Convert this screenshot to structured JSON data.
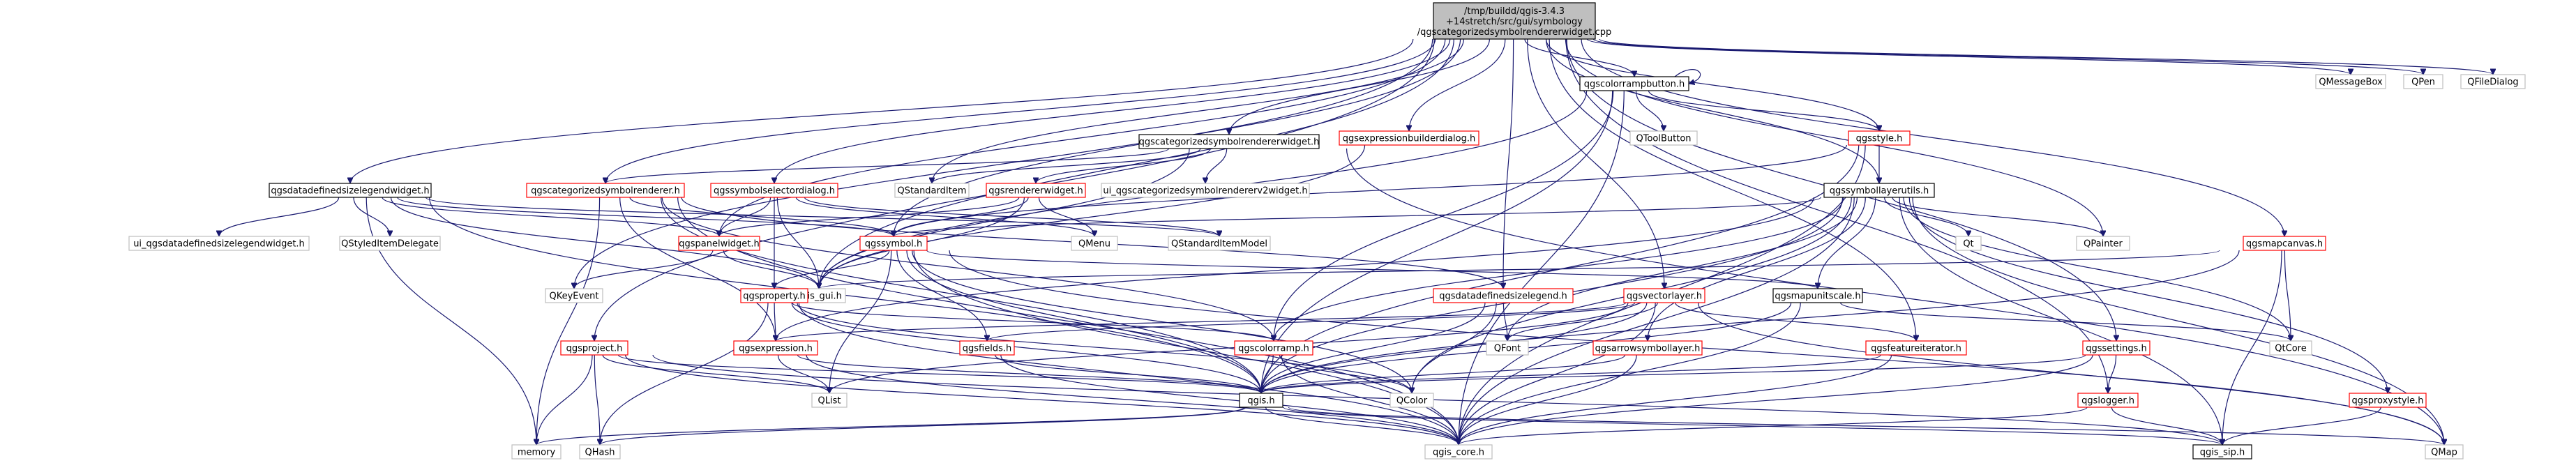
{
  "graph": {
    "root": {
      "id": "root",
      "lines": [
        "/tmp/buildd/qgis-3.4.3",
        "+14stretch/src/gui/symbology",
        "/qgscategorizedsymbolrendererwidget.cpp"
      ]
    },
    "nodes": [
      {
        "id": "qgscategorizedsymbolrendererwidget",
        "label": "qgscategorizedsymbolrendererwidget.h",
        "style": "black"
      },
      {
        "id": "qgscolorrampbutton",
        "label": "qgscolorrampbutton.h",
        "style": "black"
      },
      {
        "id": "qgsexpressionbuilderdialog",
        "label": "qgsexpressionbuilderdialog.h",
        "style": "red"
      },
      {
        "id": "QMessageBox",
        "label": "QMessageBox",
        "style": "gray"
      },
      {
        "id": "QPen",
        "label": "QPen",
        "style": "gray"
      },
      {
        "id": "QFileDialog",
        "label": "QFileDialog",
        "style": "gray"
      },
      {
        "id": "QToolButton",
        "label": "QToolButton",
        "style": "gray"
      },
      {
        "id": "qgsstyle",
        "label": "qgsstyle.h",
        "style": "red"
      },
      {
        "id": "qgsdatadefinedsizelegendwidget",
        "label": "qgsdatadefinedsizelegendwidget.h",
        "style": "black"
      },
      {
        "id": "qgscategorizedsymbolrenderer",
        "label": "qgscategorizedsymbolrenderer.h",
        "style": "red"
      },
      {
        "id": "qgssymbolselectordialog",
        "label": "qgssymbolselectordialog.h",
        "style": "red"
      },
      {
        "id": "qgsrendererwidget",
        "label": "qgsrendererwidget.h",
        "style": "red"
      },
      {
        "id": "QStandardItem",
        "label": "QStandardItem",
        "style": "gray"
      },
      {
        "id": "ui_qgscategorizedsymbolrendererv2widget",
        "label": "ui_qgscategorizedsymbolrendererv2widget.h",
        "style": "gray"
      },
      {
        "id": "qgssymbollayerutils",
        "label": "qgssymbollayerutils.h",
        "style": "black"
      },
      {
        "id": "ui_qgsdatadefinedsizelegendwidget",
        "label": "ui_qgsdatadefinedsizelegendwidget.h",
        "style": "gray"
      },
      {
        "id": "QStyledItemDelegate",
        "label": "QStyledItemDelegate",
        "style": "gray"
      },
      {
        "id": "qgspanelwidget",
        "label": "qgspanelwidget.h",
        "style": "red"
      },
      {
        "id": "qgssymbol",
        "label": "qgssymbol.h",
        "style": "red"
      },
      {
        "id": "QMenu",
        "label": "QMenu",
        "style": "gray"
      },
      {
        "id": "QStandardItemModel",
        "label": "QStandardItemModel",
        "style": "gray"
      },
      {
        "id": "Qt",
        "label": "Qt",
        "style": "gray"
      },
      {
        "id": "QPainter",
        "label": "QPainter",
        "style": "gray"
      },
      {
        "id": "qgsmapcanvas",
        "label": "qgsmapcanvas.h",
        "style": "red"
      },
      {
        "id": "qgis_gui",
        "label": "qgis_gui.h",
        "style": "gray"
      },
      {
        "id": "QKeyEvent",
        "label": "QKeyEvent",
        "style": "gray"
      },
      {
        "id": "qgsproperty",
        "label": "qgsproperty.h",
        "style": "red"
      },
      {
        "id": "qgsdatadefinedsizelegend",
        "label": "qgsdatadefinedsizelegend.h",
        "style": "red"
      },
      {
        "id": "qgsvectorlayer",
        "label": "qgsvectorlayer.h",
        "style": "red"
      },
      {
        "id": "qgsmapunitscale",
        "label": "qgsmapunitscale.h",
        "style": "black"
      },
      {
        "id": "QFont",
        "label": "QFont",
        "style": "gray"
      },
      {
        "id": "QtCore",
        "label": "QtCore",
        "style": "gray"
      },
      {
        "id": "qgsproject",
        "label": "qgsproject.h",
        "style": "red"
      },
      {
        "id": "qgsexpression",
        "label": "qgsexpression.h",
        "style": "red"
      },
      {
        "id": "qgsfields",
        "label": "qgsfields.h",
        "style": "red"
      },
      {
        "id": "qgscolorramp",
        "label": "qgscolorramp.h",
        "style": "red"
      },
      {
        "id": "qgsarrowsymbollayer",
        "label": "qgsarrowsymbollayer.h",
        "style": "red"
      },
      {
        "id": "qgsfeatureiterator",
        "label": "qgsfeatureiterator.h",
        "style": "red"
      },
      {
        "id": "qgssettings",
        "label": "qgssettings.h",
        "style": "red"
      },
      {
        "id": "qgsproxystyle",
        "label": "qgsproxystyle.h",
        "style": "red"
      },
      {
        "id": "QList",
        "label": "QList",
        "style": "gray"
      },
      {
        "id": "qgis",
        "label": "qgis.h",
        "style": "black"
      },
      {
        "id": "QColor",
        "label": "QColor",
        "style": "gray"
      },
      {
        "id": "qgslogger",
        "label": "qgslogger.h",
        "style": "red"
      },
      {
        "id": "memory",
        "label": "memory",
        "style": "gray"
      },
      {
        "id": "QHash",
        "label": "QHash",
        "style": "gray"
      },
      {
        "id": "qgis_core",
        "label": "qgis_core.h",
        "style": "gray"
      },
      {
        "id": "qgis_sip",
        "label": "qgis_sip.h",
        "style": "black"
      },
      {
        "id": "QMap",
        "label": "QMap",
        "style": "gray"
      }
    ],
    "edges": [
      [
        "root",
        "qgscategorizedsymbolrendererwidget"
      ],
      [
        "root",
        "qgscolorrampbutton"
      ],
      [
        "root",
        "qgsexpressionbuilderdialog"
      ],
      [
        "root",
        "QMessageBox"
      ],
      [
        "root",
        "QPen"
      ],
      [
        "root",
        "QFileDialog"
      ],
      [
        "root",
        "qgsstyle"
      ],
      [
        "root",
        "qgssymbollayerutils"
      ],
      [
        "root",
        "qgsmapcanvas"
      ],
      [
        "root",
        "qgsdatadefinedsizelegendwidget"
      ],
      [
        "root",
        "qgscategorizedsymbolrenderer"
      ],
      [
        "root",
        "qgssymbolselectordialog"
      ],
      [
        "root",
        "qgspanelwidget"
      ],
      [
        "root",
        "qgssymbol"
      ],
      [
        "root",
        "qgis_gui"
      ],
      [
        "root",
        "qgsproject"
      ],
      [
        "root",
        "qgsvectorlayer"
      ],
      [
        "root",
        "qgsdatadefinedsizelegend"
      ],
      [
        "root",
        "qgsfeatureiterator"
      ],
      [
        "root",
        "qgssettings"
      ],
      [
        "root",
        "qgslogger"
      ],
      [
        "root",
        "QPainter"
      ],
      [
        "root",
        "QStandardItem"
      ],
      [
        "root",
        "QKeyEvent"
      ],
      [
        "qgscolorrampbutton",
        "qgscolorrampbutton"
      ],
      [
        "qgscolorrampbutton",
        "QToolButton"
      ],
      [
        "qgscolorrampbutton",
        "qgsstyle"
      ],
      [
        "qgscolorrampbutton",
        "qgis_gui"
      ],
      [
        "qgscolorrampbutton",
        "qgscolorramp"
      ],
      [
        "qgscolorrampbutton",
        "qgis"
      ],
      [
        "qgscolorrampbutton",
        "qgis_core"
      ],
      [
        "qgsexpressionbuilderdialog",
        "qgis_gui"
      ],
      [
        "qgsstyle",
        "qgssymbollayerutils"
      ],
      [
        "qgsstyle",
        "qgis_core"
      ],
      [
        "qgsstyle",
        "qgis"
      ],
      [
        "qgsstyle",
        "qgssymbol"
      ],
      [
        "qgscategorizedsymbolrendererwidget",
        "QStandardItem"
      ],
      [
        "qgscategorizedsymbolrendererwidget",
        "ui_qgscategorizedsymbolrendererv2widget"
      ],
      [
        "qgscategorizedsymbolrendererwidget",
        "qgscategorizedsymbolrenderer"
      ],
      [
        "qgscategorizedsymbolrendererwidget",
        "qgsrendererwidget"
      ],
      [
        "qgscategorizedsymbolrendererwidget",
        "qgis_gui"
      ],
      [
        "qgscategorizedsymbolrendererwidget",
        "QMap"
      ],
      [
        "qgsdatadefinedsizelegendwidget",
        "ui_qgsdatadefinedsizelegendwidget"
      ],
      [
        "qgsdatadefinedsizelegendwidget",
        "QStyledItemDelegate"
      ],
      [
        "qgsdatadefinedsizelegendwidget",
        "qgspanelwidget"
      ],
      [
        "qgsdatadefinedsizelegendwidget",
        "qgssymbol"
      ],
      [
        "qgsdatadefinedsizelegendwidget",
        "memory"
      ],
      [
        "qgsdatadefinedsizelegendwidget",
        "qgis_gui"
      ],
      [
        "qgsdatadefinedsizelegendwidget",
        "QStandardItemModel"
      ],
      [
        "qgsdatadefinedsizelegendwidget",
        "qgis"
      ],
      [
        "qgscategorizedsymbolrenderer",
        "qgssymbol"
      ],
      [
        "qgscategorizedsymbolrenderer",
        "qgsexpression"
      ],
      [
        "qgscategorizedsymbolrenderer",
        "memory"
      ],
      [
        "qgscategorizedsymbolrenderer",
        "qgis_core"
      ],
      [
        "qgscategorizedsymbolrenderer",
        "qgis"
      ],
      [
        "qgscategorizedsymbolrenderer",
        "qgscolorramp"
      ],
      [
        "qgscategorizedsymbolrenderer",
        "qgsdatadefinedsizelegend"
      ],
      [
        "qgssymbolselectordialog",
        "qgspanelwidget"
      ],
      [
        "qgssymbolselectordialog",
        "qgsproperty"
      ],
      [
        "qgssymbolselectordialog",
        "QMenu"
      ],
      [
        "qgssymbolselectordialog",
        "qgis_gui"
      ],
      [
        "qgssymbolselectordialog",
        "QStandardItemModel"
      ],
      [
        "qgsrendererwidget",
        "qgspanelwidget"
      ],
      [
        "qgsrendererwidget",
        "qgssymbol"
      ],
      [
        "qgsrendererwidget",
        "QMenu"
      ],
      [
        "qgsrendererwidget",
        "qgis_gui"
      ],
      [
        "qgssymbollayerutils",
        "QMap"
      ],
      [
        "qgssymbollayerutils",
        "Qt"
      ],
      [
        "qgssymbollayerutils",
        "QPainter"
      ],
      [
        "qgssymbollayerutils",
        "qgssymbol"
      ],
      [
        "qgssymbollayerutils",
        "qgis_core"
      ],
      [
        "qgssymbollayerutils",
        "qgis"
      ],
      [
        "qgssymbollayerutils",
        "qgsmapunitscale"
      ],
      [
        "qgssymbollayerutils",
        "QFont"
      ],
      [
        "qgssymbollayerutils",
        "QColor"
      ],
      [
        "qgssymbollayerutils",
        "qgscolorramp"
      ],
      [
        "qgssymbollayerutils",
        "qgsarrowsymbollayer"
      ],
      [
        "qgssymbollayerutils",
        "qgsproxystyle"
      ],
      [
        "qgssymbollayerutils",
        "qgsexpression"
      ],
      [
        "qgssymbollayerutils",
        "QtCore"
      ],
      [
        "qgssymbollayerutils",
        "qgis_sip"
      ],
      [
        "qgspanelwidget",
        "QKeyEvent"
      ],
      [
        "qgspanelwidget",
        "qgis_gui"
      ],
      [
        "qgssymbol",
        "qgsproperty"
      ],
      [
        "qgssymbol",
        "qgsfields"
      ],
      [
        "qgssymbol",
        "QList"
      ],
      [
        "qgssymbol",
        "qgis"
      ],
      [
        "qgssymbol",
        "qgis_core"
      ],
      [
        "qgssymbol",
        "qgsmapunitscale"
      ],
      [
        "qgssymbol",
        "QMap"
      ],
      [
        "qgssymbol",
        "QColor"
      ],
      [
        "qgsmapcanvas",
        "qgis_gui"
      ],
      [
        "qgsmapcanvas",
        "QtCore"
      ],
      [
        "qgsmapcanvas",
        "qgis_sip"
      ],
      [
        "qgsmapcanvas",
        "qgis"
      ],
      [
        "qgsproperty",
        "qgsexpression"
      ],
      [
        "qgsproperty",
        "qgscolorramp"
      ],
      [
        "qgsproperty",
        "qgis"
      ],
      [
        "qgsproperty",
        "qgis_core"
      ],
      [
        "qgsproperty",
        "QHash"
      ],
      [
        "qgsproperty",
        "QColor"
      ],
      [
        "qgsdatadefinedsizelegend",
        "QFont"
      ],
      [
        "qgsdatadefinedsizelegend",
        "QColor"
      ],
      [
        "qgsdatadefinedsizelegend",
        "qgis"
      ],
      [
        "qgsvectorlayer",
        "QFont"
      ],
      [
        "qgsvectorlayer",
        "QList"
      ],
      [
        "qgsvectorlayer",
        "qgis"
      ],
      [
        "qgsvectorlayer",
        "qgis_core"
      ],
      [
        "qgsvectorlayer",
        "qgsfields"
      ],
      [
        "qgsvectorlayer",
        "qgsfeatureiterator"
      ],
      [
        "qgsvectorlayer",
        "QMap"
      ],
      [
        "qgsvectorlayer",
        "qgsexpression"
      ],
      [
        "qgsmapunitscale",
        "qgis"
      ],
      [
        "qgsmapunitscale",
        "qgis_core"
      ],
      [
        "qgsmapunitscale",
        "QtCore"
      ],
      [
        "qgsproject",
        "QList"
      ],
      [
        "qgsproject",
        "QHash"
      ],
      [
        "qgsproject",
        "memory"
      ],
      [
        "qgsproject",
        "qgis_core"
      ],
      [
        "qgsproject",
        "qgis"
      ],
      [
        "qgsproject",
        "qgis_sip"
      ],
      [
        "qgsexpression",
        "QList"
      ],
      [
        "qgsexpression",
        "qgis"
      ],
      [
        "qgsexpression",
        "qgis_core"
      ],
      [
        "qgsfields",
        "qgis"
      ],
      [
        "qgsfields",
        "qgis_core"
      ],
      [
        "qgscolorramp",
        "QColor"
      ],
      [
        "qgscolorramp",
        "qgis"
      ],
      [
        "qgscolorramp",
        "qgis_core"
      ],
      [
        "qgsarrowsymbollayer",
        "qgis"
      ],
      [
        "qgsarrowsymbollayer",
        "qgis_core"
      ],
      [
        "qgsfeatureiterator",
        "qgis_core"
      ],
      [
        "qgsfeatureiterator",
        "qgis"
      ],
      [
        "qgssettings",
        "qgis"
      ],
      [
        "qgssettings",
        "qgis_core"
      ],
      [
        "qgssettings",
        "qgslogger"
      ],
      [
        "qgsproxystyle",
        "qgis_sip"
      ],
      [
        "qgis",
        "memory"
      ],
      [
        "qgis",
        "QHash"
      ],
      [
        "qgis",
        "qgis_core"
      ],
      [
        "qgis",
        "qgis_sip"
      ],
      [
        "qgis",
        "QMap"
      ],
      [
        "qgslogger",
        "qgis_core"
      ],
      [
        "qgslogger",
        "qgis_sip"
      ]
    ]
  }
}
